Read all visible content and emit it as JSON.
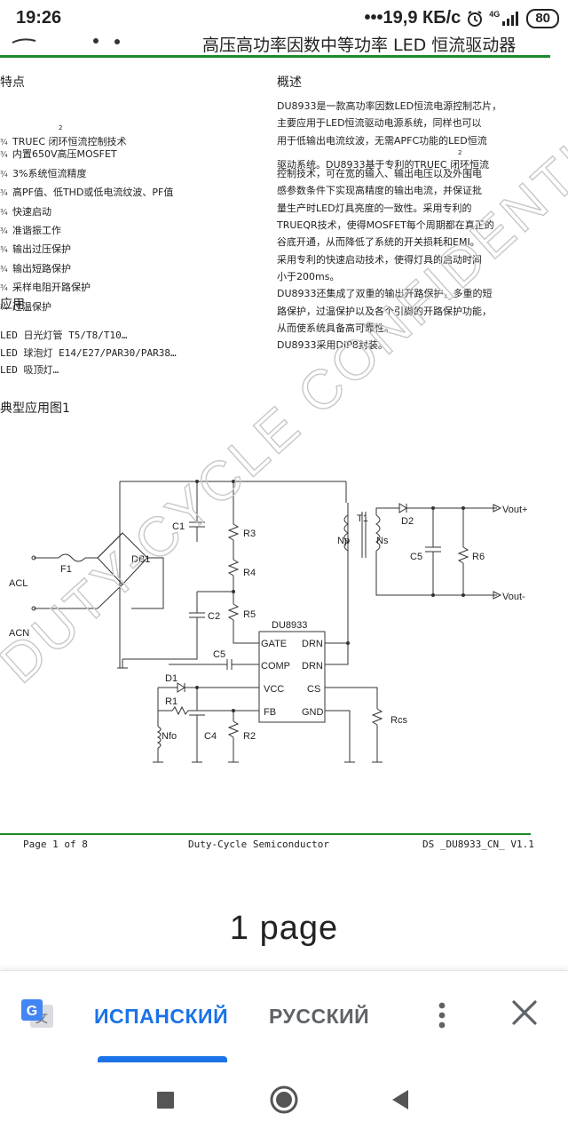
{
  "status_bar": {
    "time": "19:26",
    "speed": "•••19,9 КБ/с",
    "network": "4G",
    "battery": "80"
  },
  "document": {
    "header_title": "高压高功率因数中等功率 LED 恒流驱动器",
    "features": {
      "title": "特点",
      "bullet": "¾",
      "items": [
        "TRUEC 闭环恒流控制技术",
        "内置650V高压MOSFET",
        "3%系统恒流精度",
        "高PF值、低THD或低电流纹波、PF值",
        "快速启动",
        "准谐振工作",
        "输出过压保护",
        "输出短路保护",
        "采样电阻开路保护",
        "过温保护"
      ],
      "superscript": "2"
    },
    "applications": {
      "title": "应用",
      "items": [
        "LED 日光灯管 T5/T8/T10…",
        "LED 球泡灯 E14/E27/PAR30/PAR38…",
        "LED 吸顶灯…"
      ]
    },
    "typical_app_title": "典型应用图1",
    "overview": {
      "title": "概述",
      "lines": [
        "DU8933是一款高功率因数LED恒流电源控制芯片，",
        "主要应用于LED恒流驱动电源系统，同样也可以",
        "用于低输出电流纹波，无需APFC功能的LED恒流",
        "驱动系统。DU8933基于专利的TRUEC 闭环恒流",
        "控制技术，可在宽的输入、输出电压以及外围电",
        "感参数条件下实现高精度的输出电流，并保证批",
        "量生产时LED灯具亮度的一致性。采用专利的",
        "TRUEQR技术，使得MOSFET每个周期都在真正的",
        "谷底开通，从而降低了系统的开关损耗和EMI。",
        "采用专利的快速启动技术，使得灯具的启动时间",
        "小于200ms。",
        "DU8933还集成了双重的输出开路保护，多重的短",
        "路保护，过温保护以及各个引脚的开路保护功能，",
        "从而使系统具备高可靠性。",
        "DU8933采用DIP8封装。"
      ]
    },
    "schematic": {
      "chip": "DU8933",
      "pins_left": [
        "GATE",
        "COMP",
        "VCC",
        "FB"
      ],
      "pins_right": [
        "DRN",
        "DRN",
        "CS",
        "GND"
      ],
      "labels": {
        "acl": "ACL",
        "acn": "ACN",
        "f1": "F1",
        "db1": "DB1",
        "c1": "C1",
        "c2": "C2",
        "c4": "C4",
        "c5a": "C5",
        "c5b": "C5",
        "r1": "R1",
        "r2": "R2",
        "r3": "R3",
        "r4": "R4",
        "r5": "R5",
        "r6": "R6",
        "rcs": "Rcs",
        "d1": "D1",
        "d2": "D2",
        "t1": "T1",
        "np": "Np",
        "ns": "Ns",
        "nfo": "Nfo",
        "vout_plus": "Vout+",
        "vout_minus": "Vout-"
      }
    },
    "watermark": "DUTY-CYCLE CONFIDENTIAL",
    "footer": {
      "page": "Page 1 of 8",
      "company": "Duty-Cycle Semiconductor",
      "doc_id": "DS _DU8933_CN_ V1.1"
    }
  },
  "page_label": "1 page",
  "translate_bar": {
    "active_lang": "ИСПАНСКИЙ",
    "other_lang": "РУССКИЙ",
    "accent": "#1a73e8"
  },
  "nav": {
    "items": [
      "recents-icon",
      "home-icon",
      "back-icon"
    ]
  }
}
